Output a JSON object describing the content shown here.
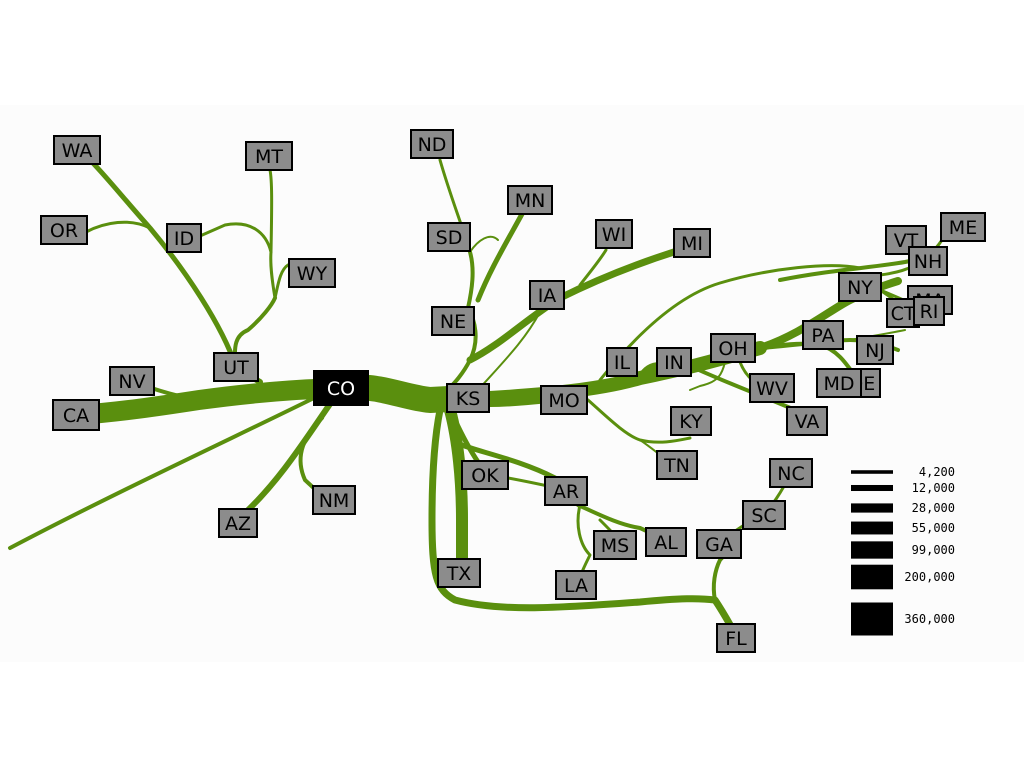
{
  "colors": {
    "flow": "#5a8f0e",
    "node_fill": "#8c8c8c",
    "node_text": "#000000",
    "source_fill": "#000000",
    "source_text": "#ffffff",
    "legend": "#000000"
  },
  "source": {
    "id": "CO",
    "label": "CO"
  },
  "nodes": [
    {
      "id": "WA",
      "label": "WA"
    },
    {
      "id": "MT",
      "label": "MT"
    },
    {
      "id": "OR",
      "label": "OR"
    },
    {
      "id": "ID",
      "label": "ID"
    },
    {
      "id": "WY",
      "label": "WY"
    },
    {
      "id": "UT",
      "label": "UT"
    },
    {
      "id": "NV",
      "label": "NV"
    },
    {
      "id": "CA",
      "label": "CA"
    },
    {
      "id": "AZ",
      "label": "AZ"
    },
    {
      "id": "NM",
      "label": "NM"
    },
    {
      "id": "ND",
      "label": "ND"
    },
    {
      "id": "MN",
      "label": "MN"
    },
    {
      "id": "SD",
      "label": "SD"
    },
    {
      "id": "NE",
      "label": "NE"
    },
    {
      "id": "IA",
      "label": "IA"
    },
    {
      "id": "WI",
      "label": "WI"
    },
    {
      "id": "MI",
      "label": "MI"
    },
    {
      "id": "KS",
      "label": "KS"
    },
    {
      "id": "MO",
      "label": "MO"
    },
    {
      "id": "IL",
      "label": "IL"
    },
    {
      "id": "IN",
      "label": "IN"
    },
    {
      "id": "OH",
      "label": "OH"
    },
    {
      "id": "KY",
      "label": "KY"
    },
    {
      "id": "TN",
      "label": "TN"
    },
    {
      "id": "WV",
      "label": "WV"
    },
    {
      "id": "VA",
      "label": "VA"
    },
    {
      "id": "PA",
      "label": "PA"
    },
    {
      "id": "NY",
      "label": "NY"
    },
    {
      "id": "NJ",
      "label": "NJ"
    },
    {
      "id": "DE",
      "label": "DE"
    },
    {
      "id": "MD",
      "label": "MD"
    },
    {
      "id": "VT",
      "label": "VT"
    },
    {
      "id": "NH",
      "label": "NH"
    },
    {
      "id": "ME",
      "label": "ME"
    },
    {
      "id": "MA",
      "label": "MA"
    },
    {
      "id": "CT",
      "label": "CT"
    },
    {
      "id": "RI",
      "label": "RI"
    },
    {
      "id": "OK",
      "label": "OK"
    },
    {
      "id": "TX",
      "label": "TX"
    },
    {
      "id": "AR",
      "label": "AR"
    },
    {
      "id": "LA",
      "label": "LA"
    },
    {
      "id": "MS",
      "label": "MS"
    },
    {
      "id": "AL",
      "label": "AL"
    },
    {
      "id": "GA",
      "label": "GA"
    },
    {
      "id": "SC",
      "label": "SC"
    },
    {
      "id": "NC",
      "label": "NC"
    },
    {
      "id": "FL",
      "label": "FL"
    }
  ],
  "legend": [
    {
      "label": "4,200",
      "value": 4200
    },
    {
      "label": "12,000",
      "value": 12000
    },
    {
      "label": "28,000",
      "value": 28000
    },
    {
      "label": "55,000",
      "value": 55000
    },
    {
      "label": "99,000",
      "value": 99000
    },
    {
      "label": "200,000",
      "value": 200000
    },
    {
      "label": "360,000",
      "value": 360000
    }
  ]
}
